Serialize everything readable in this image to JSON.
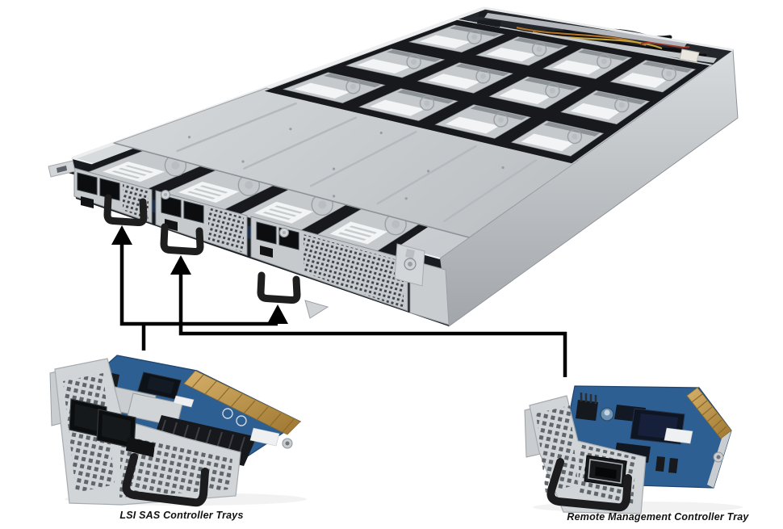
{
  "figure": {
    "type": "annotated-hardware-photo",
    "captions": {
      "lsi": "LSI SAS Controller Trays",
      "rmc": "Remote Management Controller Tray"
    },
    "annotation": {
      "arrow_count": 3,
      "arrow_color": "#000000"
    },
    "colors": {
      "background": "#ffffff",
      "chassis_metal": "#c9cdd1",
      "drive_label": "#f2f3f4",
      "pcb_blue": "#2e5f92",
      "gold_edge": "#c79e52",
      "handle_black": "#1e1e1e"
    }
  }
}
